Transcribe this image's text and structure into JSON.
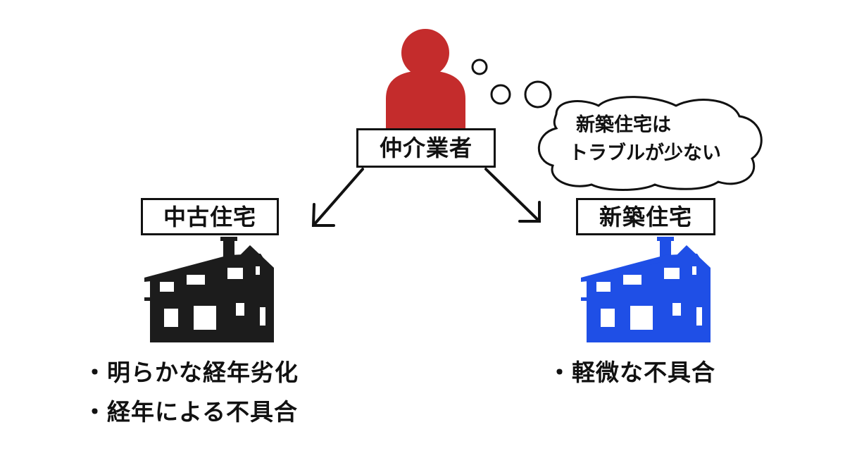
{
  "agent": {
    "label": "仲介業者",
    "color": "#c42c2c"
  },
  "thought": {
    "line1": "新築住宅は",
    "line2": "トラブルが少ない"
  },
  "used_house": {
    "label": "中古住宅",
    "color": "#1c1c1c",
    "bullets": [
      "・明らかな経年劣化",
      "・経年による不具合"
    ]
  },
  "new_house": {
    "label": "新築住宅",
    "color": "#1f4fe6",
    "bullets": [
      "・軽微な不具合"
    ]
  }
}
